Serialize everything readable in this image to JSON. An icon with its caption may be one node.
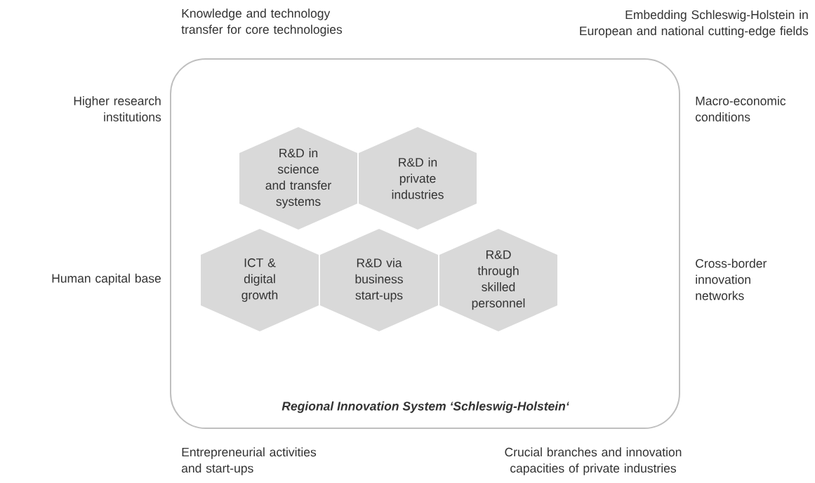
{
  "diagram": {
    "nodes": [
      {
        "text": [
          "Regional Innovation System ‘Schleswig-Holstein‘"
        ]
      },
      {
        "text": [
          "R&D in science and transfer systems"
        ],
        "in": 0
      },
      {
        "text": [
          "R&D in private industries"
        ],
        "in": 0
      },
      {
        "text": [
          "ICT & digital growth"
        ],
        "in": 0
      },
      {
        "text": [
          "R&D via business start-ups"
        ],
        "in": 0
      },
      {
        "text": [
          "R&D through skilled personnel"
        ],
        "in": 0
      }
    ],
    "labels": [
      "Knowledge and technology transfer for core technologies",
      "Embedding Schleswig-Holstein in European and national cutting-edge fields",
      "Higher research institutions",
      "Macro-economic conditions",
      "Human capital base",
      "Cross-border innovation networks",
      "Entrepreneurial activities and start-ups",
      "Crucial branches and innovation capacities of private industries"
    ]
  }
}
